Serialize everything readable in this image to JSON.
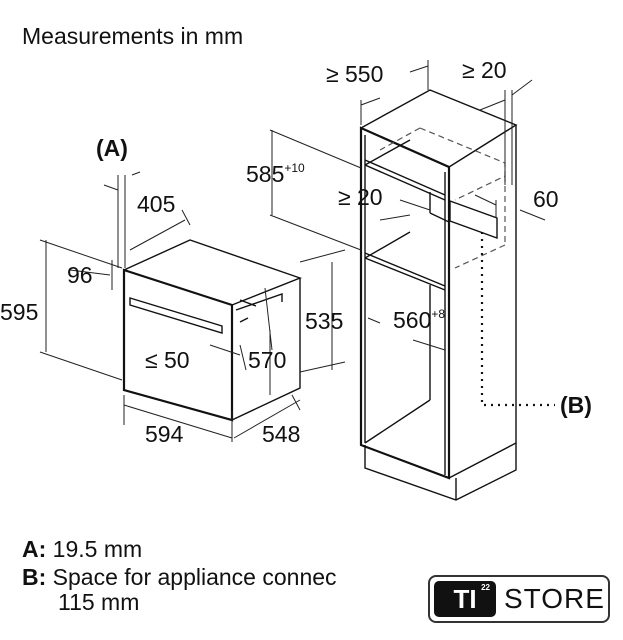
{
  "title": "Measurements in mm",
  "oven_labels": {
    "a_marker": "(A)",
    "width_405": "405",
    "height_96": "96",
    "height_595": "595",
    "gap_50": "≤ 50",
    "depth_570": "570",
    "height_535": "535",
    "width_594": "594",
    "depth_548": "548"
  },
  "cabinet_labels": {
    "depth_550": "≥ 550",
    "gap_top_20": "≥ 20",
    "height_585": "585",
    "height_585_tol": "+10",
    "gap_mid_20": "≥ 20",
    "depth_60": "60",
    "width_560": "560",
    "width_560_tol": "+8",
    "b_marker": "(B)"
  },
  "legend": [
    {
      "key": "A:",
      "text": "19.5 mm"
    },
    {
      "key": "B:",
      "text": "Space for appliance connec",
      "text2": "115 mm"
    }
  ],
  "logo": {
    "badge": "TI",
    "badge_sup": "22",
    "name": "STORE"
  }
}
